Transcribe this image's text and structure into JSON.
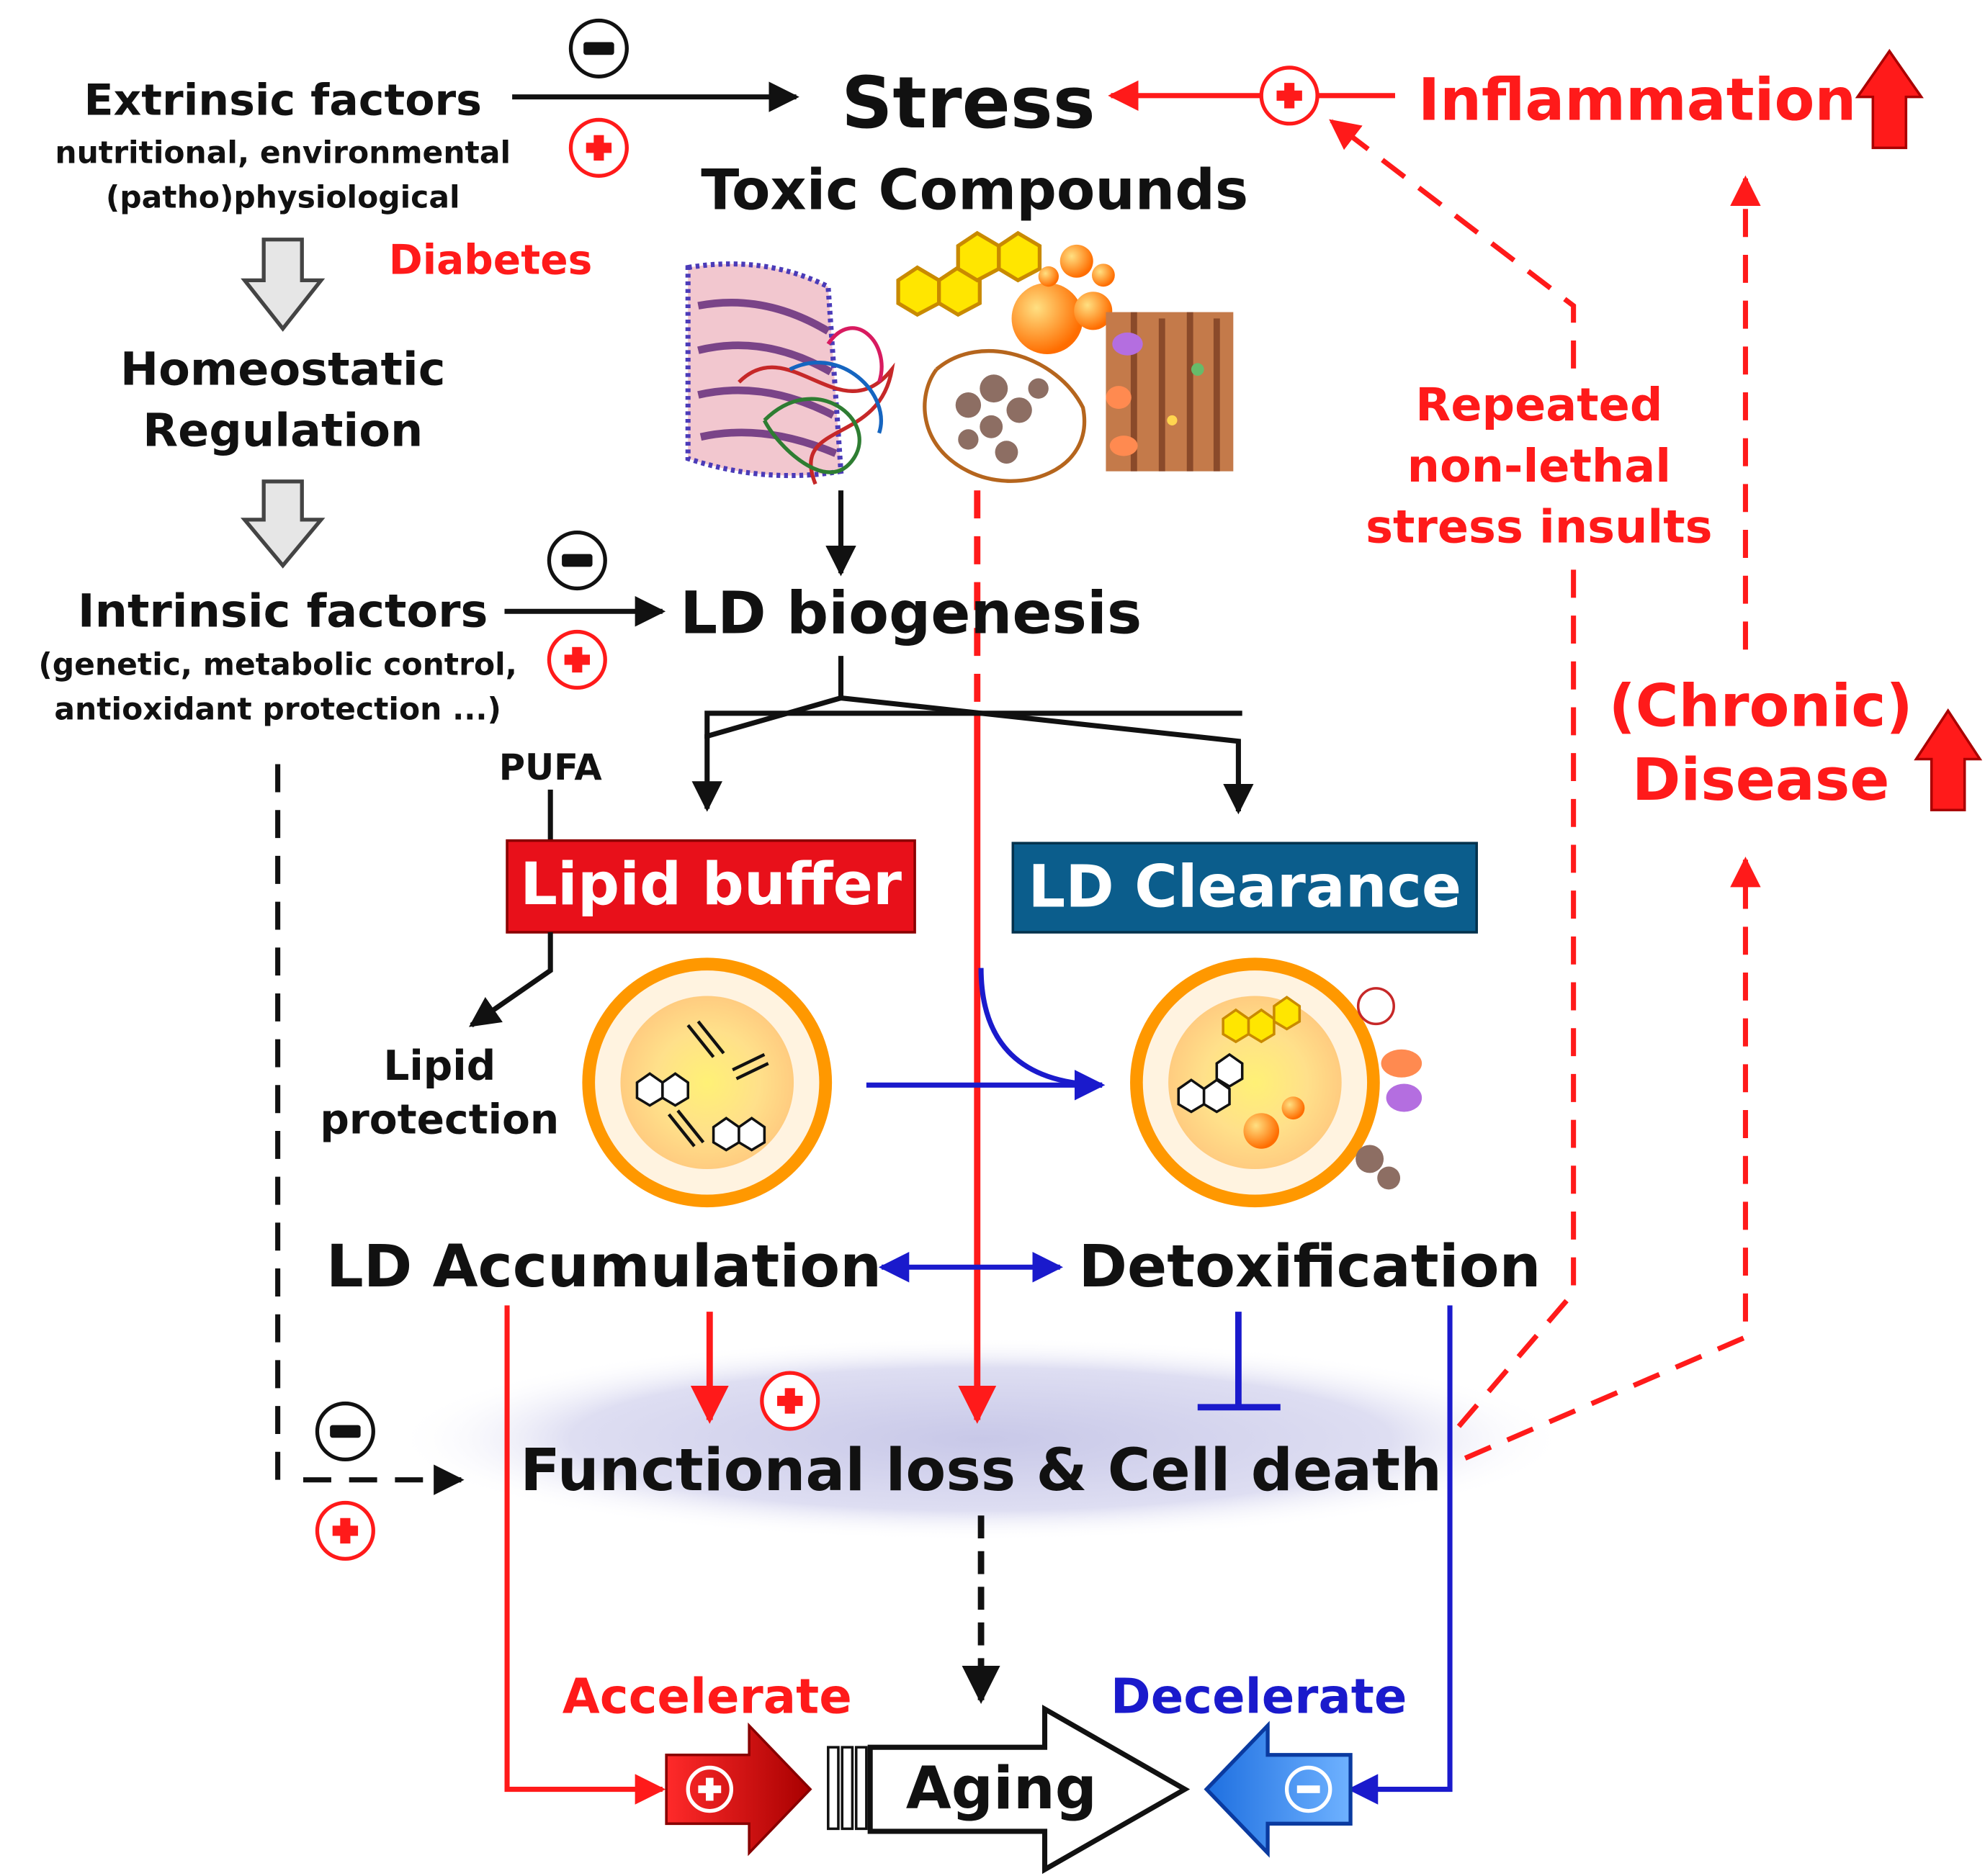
{
  "extrinsic": {
    "title": "Extrinsic factors",
    "line1": "nutritional, environmental",
    "line2": "(patho)physiological"
  },
  "diabetes": "Diabetes",
  "homeostatic": {
    "line1": "Homeostatic",
    "line2": "Regulation"
  },
  "intrinsic": {
    "title": "Intrinsic factors",
    "line1": "(genetic, metabolic control,",
    "line2": "antioxidant protection ...)"
  },
  "stress": "Stress",
  "toxic": "Toxic Compounds",
  "inflammation": "Inflammation",
  "repeated": {
    "line1": "Repeated",
    "line2": "non-lethal",
    "line3": "stress insults"
  },
  "chronic": {
    "line1": "(Chronic)",
    "line2": "Disease"
  },
  "ld_biogenesis": "LD biogenesis",
  "pufa": "PUFA",
  "lipid_buffer": "Lipid buffer",
  "ld_clearance": "LD Clearance",
  "lipid_protection": {
    "line1": "Lipid",
    "line2": "protection"
  },
  "ld_accumulation": "LD Accumulation",
  "detoxification": "Detoxification",
  "functional_loss": "Functional loss & Cell death",
  "accelerate": "Accelerate",
  "decelerate": "Decelerate",
  "aging": "Aging",
  "colors": {
    "red": "#ff1a1a",
    "blue": "#1a1acc",
    "black": "#111111",
    "lipid_buffer_bg": "#e8101a",
    "ld_clearance_bg": "#0b5d8c",
    "oval": "#dcdcf0"
  }
}
